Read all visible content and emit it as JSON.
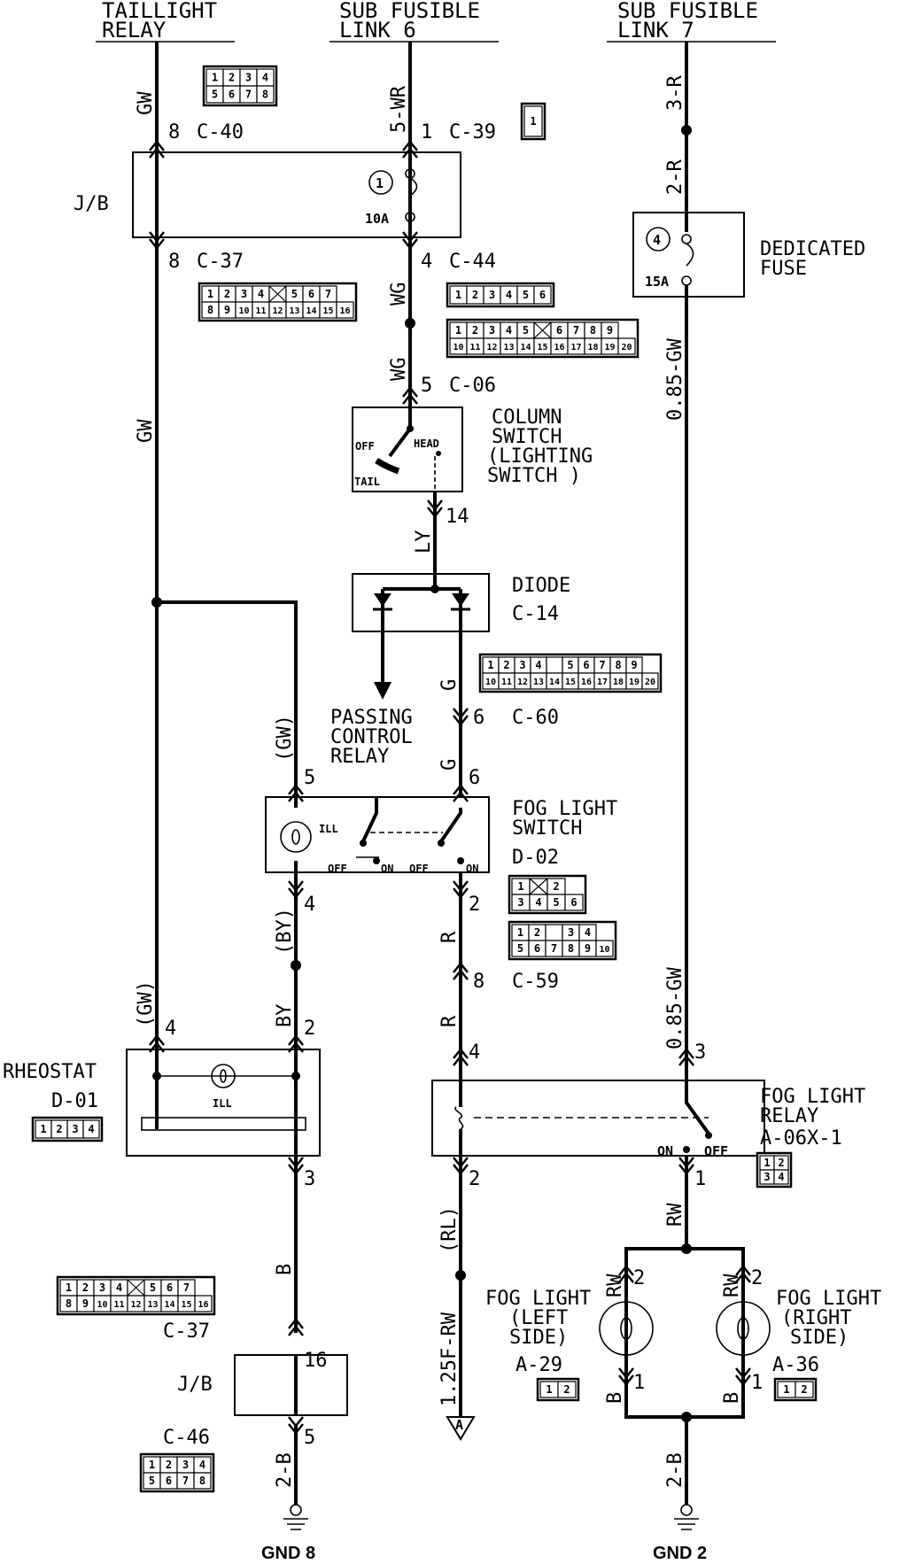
{
  "headers": {
    "taillight_relay": [
      "TAILLIGHT",
      "RELAY"
    ],
    "sub_fusible_link_6": [
      "SUB FUSIBLE",
      "LINK 6"
    ],
    "sub_fusible_link_7": [
      "SUB FUSIBLE",
      "LINK 7"
    ]
  },
  "wires": {
    "gw_top": "GW",
    "gw_mid": "GW",
    "gw_paren_a": "(GW)",
    "gw_paren_b": "(GW)",
    "wr": "5-WR",
    "wg_a": "WG",
    "wg_b": "WG",
    "ly": "LY",
    "g_a": "G",
    "g_b": "G",
    "r_a": "R",
    "r_b": "R",
    "by_paren": "(BY)",
    "by": "BY",
    "b": "B",
    "b2": "2-B",
    "rl_paren": "(RL)",
    "rw125": "1.25F-RW",
    "r3": "3-R",
    "r2": "2-R",
    "gw085_a": "0.85-GW",
    "gw085_b": "0.85-GW",
    "rw": "RW",
    "rw_l": "RW",
    "rw_r": "RW",
    "b_l": "B",
    "b_r": "B",
    "b2_right": "2-B"
  },
  "pins": {
    "p8a": "8",
    "p8b": "8",
    "p1": "1",
    "p4a": "4",
    "p5a": "5",
    "p14": "14",
    "p6a": "6",
    "p5b": "5",
    "p6b": "6",
    "p4b": "4",
    "p2a": "2",
    "p8c": "8",
    "p4c": "4",
    "p2b": "2",
    "p4d": "4",
    "p3a": "3",
    "p16": "16",
    "p5c": "5",
    "p3b": "3",
    "p1b": "1",
    "p2c": "2",
    "p2d": "2",
    "p1c": "1",
    "p1d": "1"
  },
  "connectors": {
    "c40": "C-40",
    "c39": "C-39",
    "c37a": "C-37",
    "c44": "C-44",
    "c06": "C-06",
    "c14": "C-14",
    "c60": "C-60",
    "d02": "D-02",
    "c59": "C-59",
    "d01": "D-01",
    "a06x1": "A-06X-1",
    "c37b": "C-37",
    "a29": "A-29",
    "a36": "A-36",
    "c46": "C-46"
  },
  "components": {
    "jb_top": "J/B",
    "fuse1_num": "1",
    "fuse1_amp": "10A",
    "fuse4_num": "4",
    "fuse4_amp": "15A",
    "dedicated_fuse": [
      "DEDICATED",
      "FUSE"
    ],
    "column_switch": [
      "COLUMN",
      "SWITCH",
      "(LIGHTING",
      "SWITCH )"
    ],
    "sw_off": "OFF",
    "sw_head": "HEAD",
    "sw_tail": "TAIL",
    "diode": "DIODE",
    "passing_relay": [
      "PASSING",
      "CONTROL",
      "RELAY"
    ],
    "fog_switch": [
      "FOG LIGHT",
      "SWITCH"
    ],
    "ill": "ILL",
    "fs_off1": "OFF",
    "fs_on1": "ON",
    "fs_off2": "OFF",
    "fs_on2": "ON",
    "rheostat": "RHEOSTAT",
    "rheo_ill": "ILL",
    "fog_relay": [
      "FOG LIGHT",
      "RELAY"
    ],
    "relay_on": "ON",
    "relay_off": "OFF",
    "fog_left": [
      "FOG LIGHT",
      "(LEFT",
      "SIDE)"
    ],
    "fog_right": [
      "FOG LIGHT",
      "(RIGHT",
      "SIDE)"
    ],
    "jb_bottom": "J/B",
    "arrow_a": "A"
  },
  "grounds": {
    "gnd8": "GND 8",
    "gnd2": "GND 2"
  },
  "connector_faces": {
    "c40": [
      [
        "1",
        "2",
        "3",
        "4"
      ],
      [
        "5",
        "6",
        "7",
        "8"
      ]
    ],
    "c39": [
      [
        "1"
      ]
    ],
    "c37": [
      [
        "1",
        "2",
        "3",
        "4",
        "X",
        "5",
        "6",
        "7"
      ],
      [
        "8",
        "9",
        "10",
        "11",
        "12",
        "13",
        "14",
        "15",
        "16"
      ]
    ],
    "c44": [
      [
        "1",
        "2",
        "3",
        "4",
        "5",
        "6"
      ]
    ],
    "c06": [
      [
        "1",
        "2",
        "3",
        "4",
        "5",
        "X",
        "6",
        "7",
        "8",
        "9"
      ],
      [
        "10",
        "11",
        "12",
        "13",
        "14",
        "15",
        "16",
        "17",
        "18",
        "19",
        "20"
      ]
    ],
    "c60": [
      [
        "1",
        "2",
        "3",
        "4",
        "-",
        "5",
        "6",
        "7",
        "8",
        "9"
      ],
      [
        "10",
        "11",
        "12",
        "13",
        "14",
        "15",
        "16",
        "17",
        "18",
        "19",
        "20"
      ]
    ],
    "d02": [
      [
        "1",
        "X",
        "2"
      ],
      [
        "3",
        "4",
        "5",
        "6"
      ]
    ],
    "c59": [
      [
        "1",
        "2",
        "-",
        "3",
        "4"
      ],
      [
        "5",
        "6",
        "7",
        "8",
        "9",
        "10"
      ]
    ],
    "d01": [
      [
        "1",
        "2",
        "3",
        "4"
      ]
    ],
    "a06x1": [
      [
        "1",
        "2"
      ],
      [
        "3",
        "4"
      ]
    ],
    "c46": [
      [
        "1",
        "2",
        "3",
        "4"
      ],
      [
        "5",
        "6",
        "7",
        "8"
      ]
    ],
    "a29": [
      [
        "1",
        "2"
      ]
    ],
    "a36": [
      [
        "1",
        "2"
      ]
    ]
  }
}
